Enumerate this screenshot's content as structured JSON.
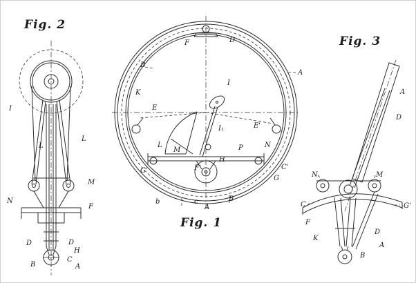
{
  "page": {
    "background": "#ffffff",
    "ink_color": "#2b2b2b",
    "description": "Patent-style line drawing of a monowheel vehicle, three figures"
  },
  "fig1": {
    "title": "Fig. 1",
    "labels": [
      "F",
      "D",
      "B",
      "A",
      "K",
      "E",
      "E'",
      "I",
      "I₁",
      "L",
      "N",
      "P",
      "M",
      "H",
      "F'",
      "G'",
      "C'",
      "G",
      "b",
      "c",
      "B",
      "A"
    ]
  },
  "fig2": {
    "title": "Fig. 2",
    "labels": [
      "I",
      "L",
      "L",
      "M",
      "N",
      "F",
      "D",
      "D",
      "H",
      "B",
      "C",
      "A"
    ]
  },
  "fig3": {
    "title": "Fig. 3",
    "labels": [
      "A",
      "D",
      "N",
      "M",
      "C",
      "G'",
      "F",
      "K",
      "D",
      "A",
      "B"
    ]
  }
}
